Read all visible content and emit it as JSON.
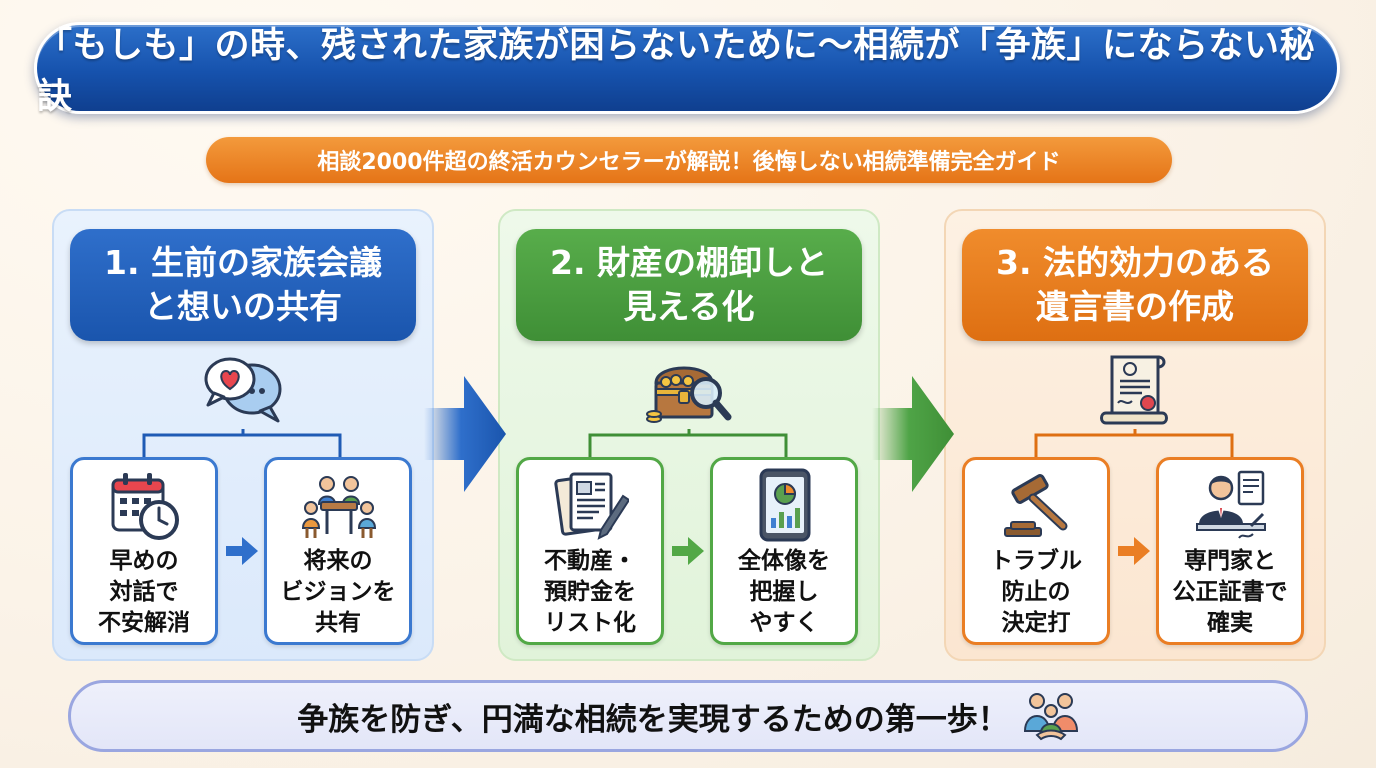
{
  "title": "「もしも」の時、残された家族が困らないために〜相続が「争族」にならない秘訣",
  "subtitle": "相談2000件超の終活カウンセラーが解説！後悔しない相続準備完全ガイド",
  "steps": [
    {
      "heading": "1. 生前の家族会議\nと想いの共有",
      "icon": "chat-heart-icon",
      "cards": [
        {
          "text": "早めの\n対話で\n不安解消",
          "icon": "calendar-clock-icon"
        },
        {
          "text": "将来の\nビジョンを\n共有",
          "icon": "family-meeting-icon"
        }
      ]
    },
    {
      "heading": "2. 財産の棚卸しと\n見える化",
      "icon": "treasure-chest-magnifier-icon",
      "cards": [
        {
          "text": "不動産・\n預貯金を\nリスト化",
          "icon": "document-pen-icon"
        },
        {
          "text": "全体像を\n把握し\nやすく",
          "icon": "tablet-chart-icon"
        }
      ]
    },
    {
      "heading": "3. 法的効力のある\n遺言書の作成",
      "icon": "will-scroll-icon",
      "cards": [
        {
          "text": "トラブル\n防止の\n決定打",
          "icon": "gavel-icon"
        },
        {
          "text": "専門家と\n公正証書で\n確実",
          "icon": "professional-signing-icon"
        }
      ]
    }
  ],
  "footer": {
    "text": "争族を防ぎ、円満な相続を実現するための第一歩！",
    "icon": "family-handshake-icon"
  },
  "colors": {
    "blue": "#1a55ad",
    "green": "#3f8f36",
    "orange": "#de6f12",
    "title_bg": "#1652ad"
  }
}
